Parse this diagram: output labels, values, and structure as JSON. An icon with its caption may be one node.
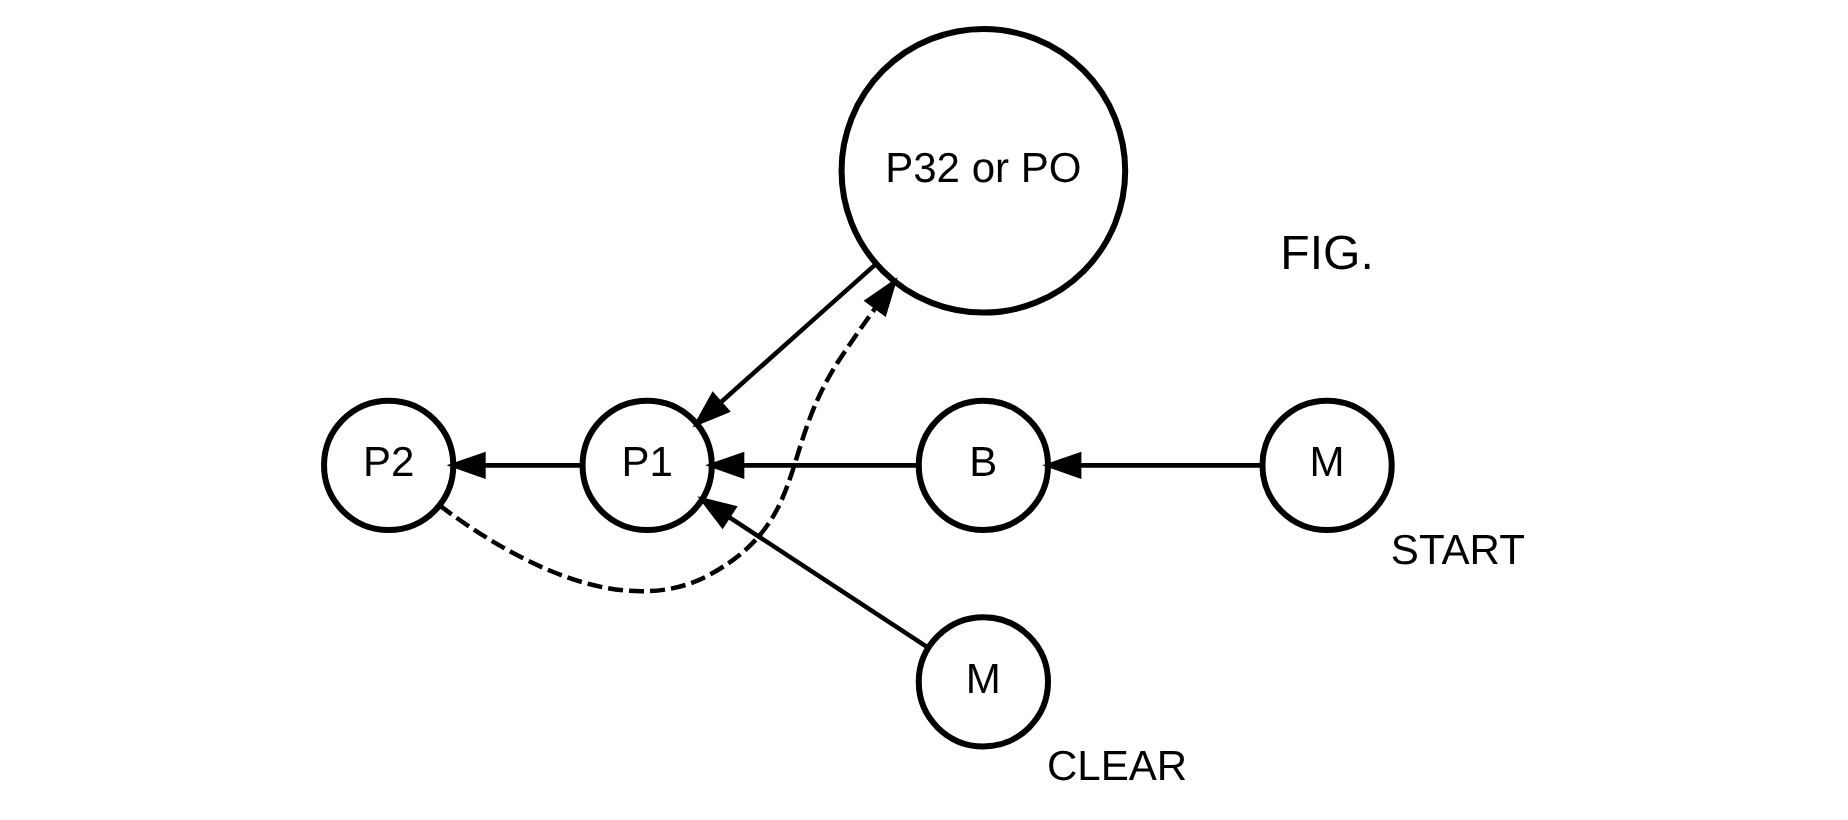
{
  "diagram": {
    "nodes": [
      {
        "text": [
          "P32 or PO"
        ]
      },
      {
        "text": [
          "P1"
        ]
      },
      {
        "text": [
          "P2"
        ]
      },
      {
        "text": [
          "B"
        ]
      },
      {
        "text": [
          "M"
        ],
        "beside": [
          "START"
        ]
      },
      {
        "text": [
          "M"
        ],
        "beside": [
          "CLEAR"
        ]
      }
    ],
    "edges": [
      {
        "from": 0,
        "to": 1,
        "arrow": "to"
      },
      {
        "from": 1,
        "to": 2,
        "arrow": "to"
      },
      {
        "from": 2,
        "to": 0,
        "arrow": "to",
        "style": "dashed"
      },
      {
        "from": 4,
        "to": 3,
        "arrow": "to"
      },
      {
        "from": 3,
        "to": 1,
        "arrow": "to"
      },
      {
        "from": 5,
        "to": 1,
        "arrow": "to"
      }
    ],
    "labels": [
      "FIG."
    ]
  }
}
